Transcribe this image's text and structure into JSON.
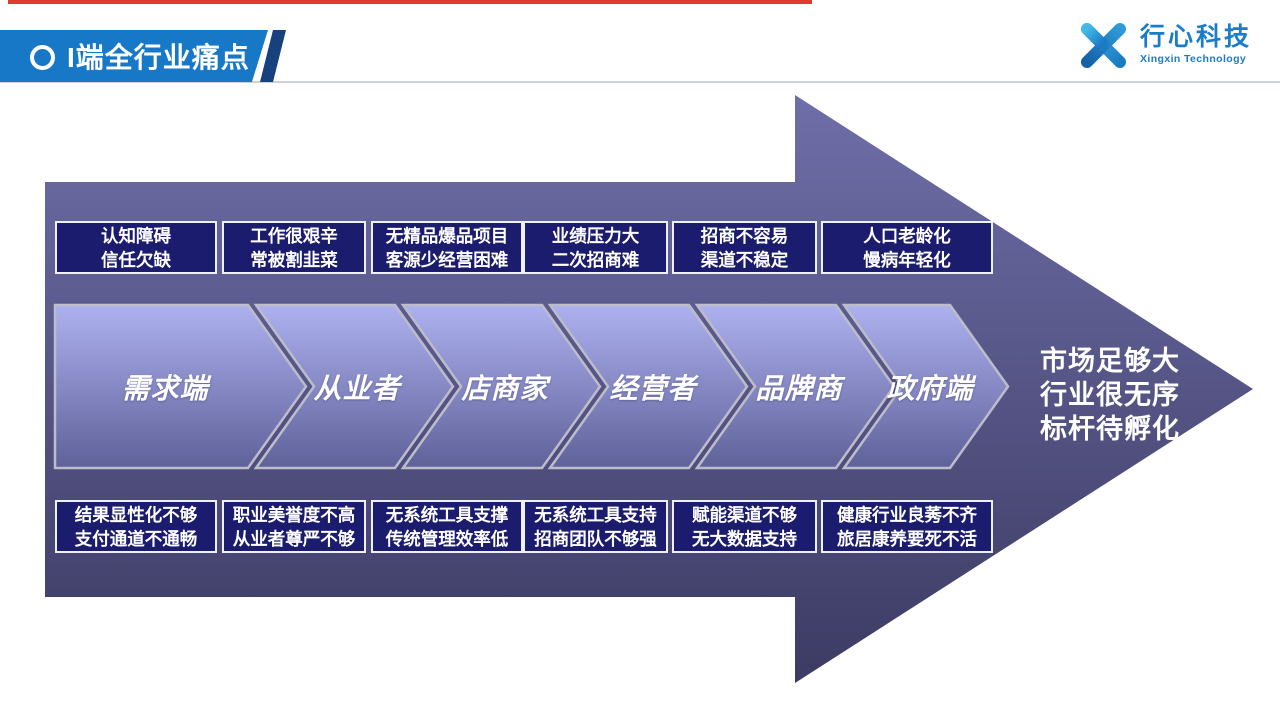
{
  "slide_title": "I端全行业痛点",
  "logo": {
    "name": "行心科技",
    "subtitle": "Xingxin Technology"
  },
  "colors": {
    "banner_blue": "#1878c8",
    "banner_accent_navy": "#16407e",
    "top_line_red": "#e03a2e",
    "box_navy": "#1b1c6d",
    "arrow_gradient_top": "#6f6ea8",
    "arrow_gradient_bottom": "#3c3b63",
    "chevron_gradient_top": "#adb1ef",
    "chevron_gradient_bottom": "#5f6199",
    "logo_blue": "#1b7cc8"
  },
  "diagram": {
    "top_boxes": [
      {
        "line1": "认知障碍",
        "line2": "信任欠缺"
      },
      {
        "line1": "工作很艰辛",
        "line2": "常被割韭菜"
      },
      {
        "line1": "无精品爆品项目",
        "line2": "客源少经营困难"
      },
      {
        "line1": "业绩压力大",
        "line2": "二次招商难"
      },
      {
        "line1": "招商不容易",
        "line2": "渠道不稳定"
      },
      {
        "line1": "人口老龄化",
        "line2": "慢病年轻化"
      }
    ],
    "stages": [
      {
        "label": "需求端"
      },
      {
        "label": "从业者"
      },
      {
        "label": "店商家"
      },
      {
        "label": "经营者"
      },
      {
        "label": "品牌商"
      },
      {
        "label": "政府端"
      }
    ],
    "bottom_boxes": [
      {
        "line1": "结果显性化不够",
        "line2": "支付通道不通畅"
      },
      {
        "line1": "职业美誉度不高",
        "line2": "从业者尊严不够"
      },
      {
        "line1": "无系统工具支撑",
        "line2": "传统管理效率低"
      },
      {
        "line1": "无系统工具支持",
        "line2": "招商团队不够强"
      },
      {
        "line1": "赋能渠道不够",
        "line2": "无大数据支持"
      },
      {
        "line1": "健康行业良莠不齐",
        "line2": "旅居康养要死不活"
      }
    ],
    "conclusion": {
      "line1": "市场足够大",
      "line2": "行业很无序",
      "line3": "标杆待孵化"
    }
  }
}
